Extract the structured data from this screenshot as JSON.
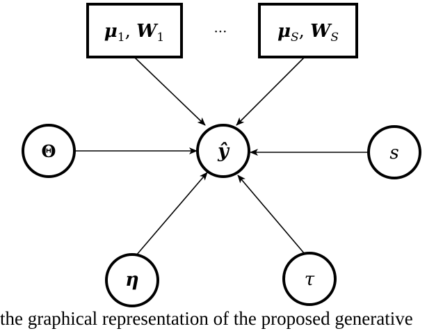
{
  "nodes": {
    "param_1": {
      "text": "μ",
      "sub": "1",
      "sep": ", ",
      "text2": "W",
      "sub2": "1"
    },
    "ellipsis": "···",
    "param_S": {
      "text": "μ",
      "sub": "S",
      "sep": ", ",
      "text2": "W",
      "sub2": "S"
    },
    "theta": "Θ",
    "y_hat": "ŷ",
    "s": "s",
    "eta": "η",
    "tau": "τ"
  },
  "caption": "the graphical representation of the proposed generative"
}
